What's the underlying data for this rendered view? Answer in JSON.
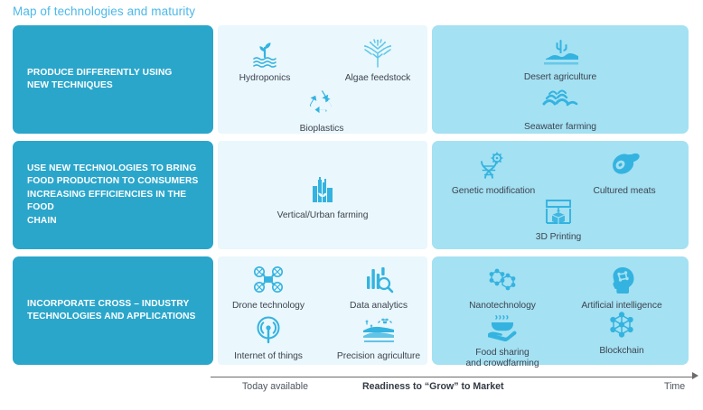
{
  "title": "Map of technologies and maturity",
  "colors": {
    "title": "#4cb9e8",
    "category_panel": "#2ba6cb",
    "mid_panel": "#eaf7fc",
    "right_panel": "#a4e1f2",
    "icon": "#34b3e0",
    "caption": "#3d4450"
  },
  "rows": [
    {
      "category": "PRODUCE DIFFERENTLY USING\nNEW TECHNIQUES",
      "mid_items": [
        {
          "label": "Hydroponics",
          "icon": "sprout-water-icon"
        },
        {
          "label": "Algae feedstock",
          "icon": "algae-coral-icon"
        },
        {
          "label": "Bioplastics",
          "icon": "recycle-leaf-icon"
        }
      ],
      "right_items": [
        {
          "label": "Desert agriculture",
          "icon": "cactus-dune-icon"
        },
        {
          "label": "Seawater farming",
          "icon": "waves-icon"
        }
      ]
    },
    {
      "category": "USE NEW TECHNOLOGIES TO BRING\nFOOD PRODUCTION TO CONSUMERS\nINCREASING EFFICIENCIES IN THE FOOD\nCHAIN",
      "mid_items": [
        {
          "label": "Vertical/Urban farming",
          "icon": "city-leaf-icon"
        }
      ],
      "right_items": [
        {
          "label": "Genetic modification",
          "icon": "dna-gear-icon"
        },
        {
          "label": "Cultured meats",
          "icon": "ham-icon"
        },
        {
          "label": "3D Printing",
          "icon": "3d-printer-icon"
        }
      ]
    },
    {
      "category": "INCORPORATE CROSS – INDUSTRY\nTECHNOLOGIES AND APPLICATIONS",
      "mid_items": [
        {
          "label": "Drone technology",
          "icon": "drone-icon"
        },
        {
          "label": "Data analytics",
          "icon": "bar-chart-magnifier-icon"
        },
        {
          "label": "Internet of things",
          "icon": "signal-antenna-icon"
        },
        {
          "label": "Precision agriculture",
          "icon": "field-drone-icon"
        }
      ],
      "right_items": [
        {
          "label": "Nanotechnology",
          "icon": "molecule-icon"
        },
        {
          "label": "Artificial intelligence",
          "icon": "head-circuit-icon"
        },
        {
          "label": "Food sharing\nand crowdfarming",
          "icon": "hand-bowl-steam-icon"
        },
        {
          "label": "Blockchain",
          "icon": "block-network-icon"
        }
      ]
    }
  ],
  "axis": {
    "left_label": "Today available",
    "center_label": "Readiness to “Grow” to Market",
    "right_label": "Time"
  }
}
